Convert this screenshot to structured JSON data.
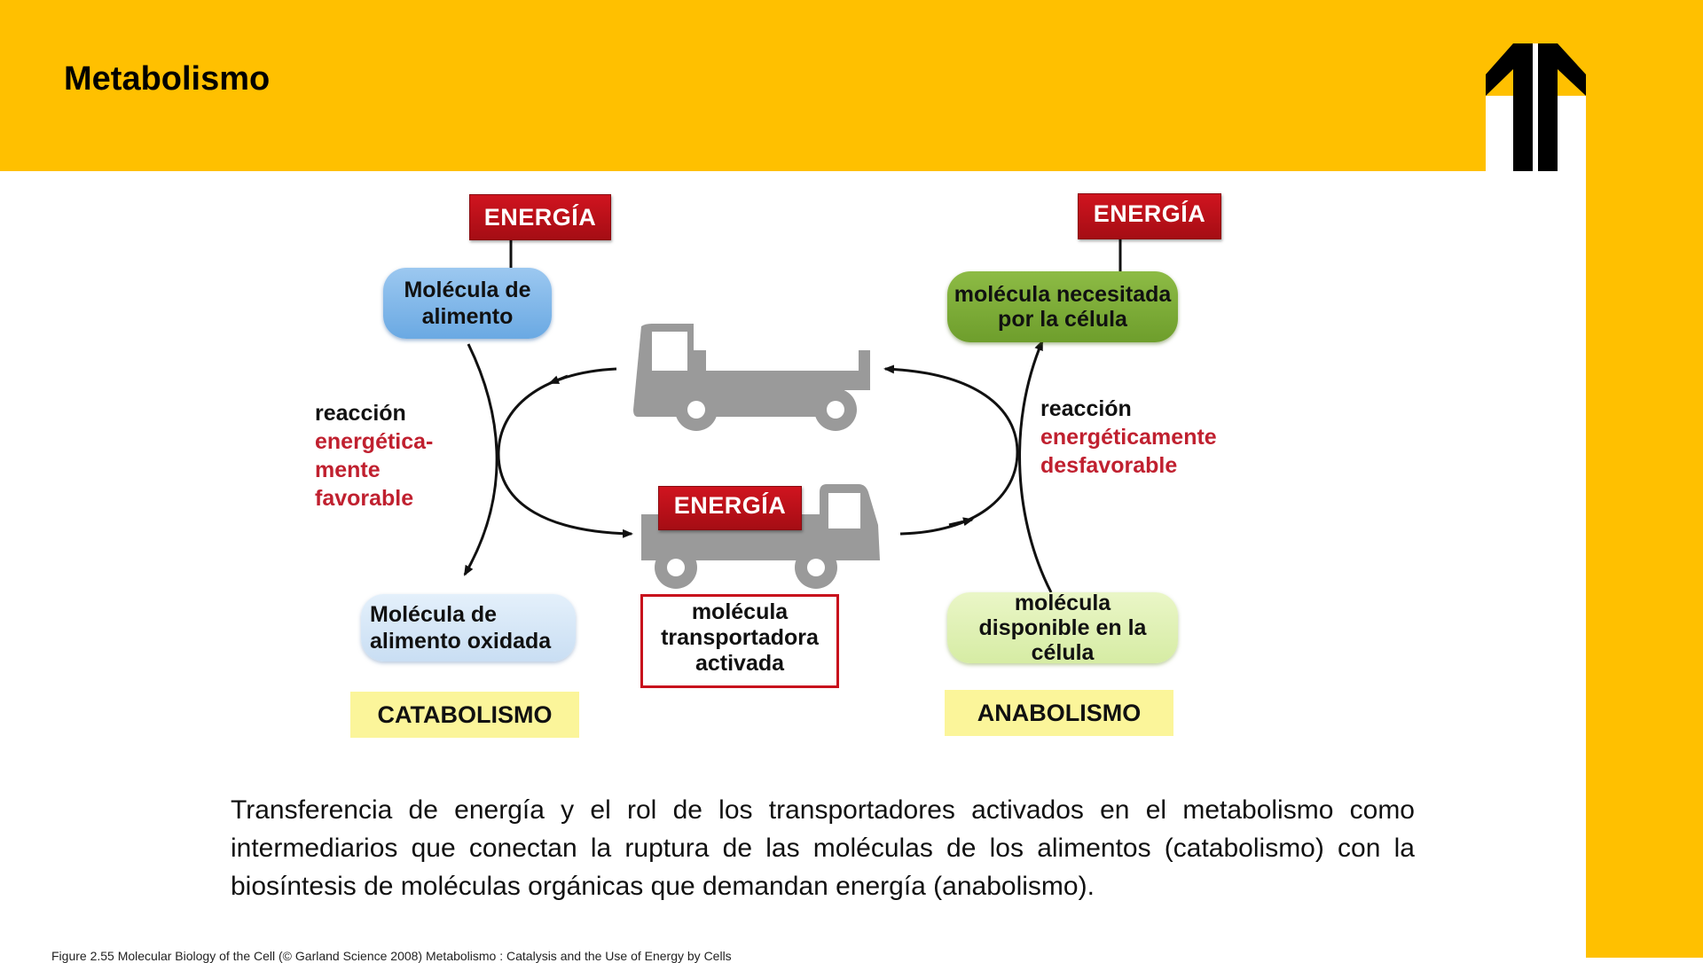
{
  "header": {
    "title": "Metabolismo",
    "background_color": "#FFC000"
  },
  "logo": {
    "icon": "twin-bars-arrow-logo"
  },
  "diagram": {
    "catabolism": {
      "energy_tag": "ENERGÍA",
      "input_molecule": "Molécula de alimento",
      "output_molecule": "Molécula de alimento oxidada",
      "reaction": {
        "line1": "reacción",
        "line2": "energética-",
        "line3": "mente",
        "line4": "favorable"
      },
      "label": "CATABOLISMO"
    },
    "anabolism": {
      "energy_tag": "ENERGÍA",
      "output_molecule": "molécula necesitada por la célula",
      "input_molecule": "molécula disponible en la célula",
      "reaction": {
        "line1": "reacción",
        "line2": "energéticamente",
        "line3": "desfavorable"
      },
      "label": "ANABOLISMO"
    },
    "carrier": {
      "energy_tag": "ENERGÍA",
      "label_line1": "molécula",
      "label_line2": "transportadora",
      "label_line3": "activada",
      "empty_truck_icon": "truck-empty-icon",
      "loaded_truck_icon": "truck-loaded-icon"
    },
    "colors": {
      "energy_red": "#C8101C",
      "reaction_red": "#C0202F",
      "food_blue": "#6AA9E3",
      "needed_green": "#6E9E2C",
      "label_yellow": "#FBF59A",
      "truck_gray": "#9A9A9A"
    }
  },
  "caption": "Transferencia de energía y el rol de los transportadores activados en el metabolismo como intermediarios que conectan la ruptura de las moléculas de los alimentos (catabolismo) con la biosíntesis de moléculas orgánicas que demandan energía (anabolismo).",
  "footer": "Figure 2.55 Molecular Biology of the Cell (© Garland Science 2008) Metabolismo : Catalysis and the Use of Energy by Cells"
}
